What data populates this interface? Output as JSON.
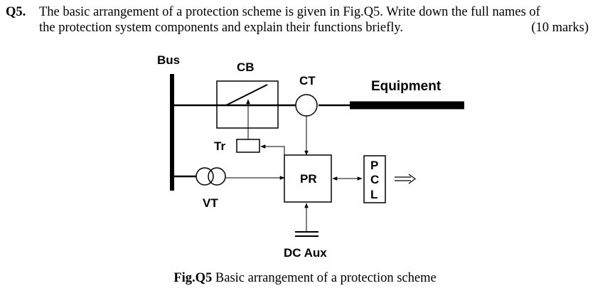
{
  "question": {
    "number": "Q5.",
    "line1": "The basic arrangement of a protection scheme is given in Fig.Q5. Write down the full names of",
    "line2": "the protection system components and explain their functions briefly.",
    "marks": "(10 marks)"
  },
  "diagram": {
    "labels": {
      "bus": "Bus",
      "cb": "CB",
      "ct": "CT",
      "equipment": "Equipment",
      "tr": "Tr",
      "pr": "PR",
      "vt": "VT",
      "pcl_p": "P",
      "pcl_c": "C",
      "pcl_l": "L",
      "dc_aux": "DC Aux"
    }
  },
  "caption": {
    "fig_label": "Fig.Q5",
    "text": " Basic arrangement of a protection scheme"
  }
}
